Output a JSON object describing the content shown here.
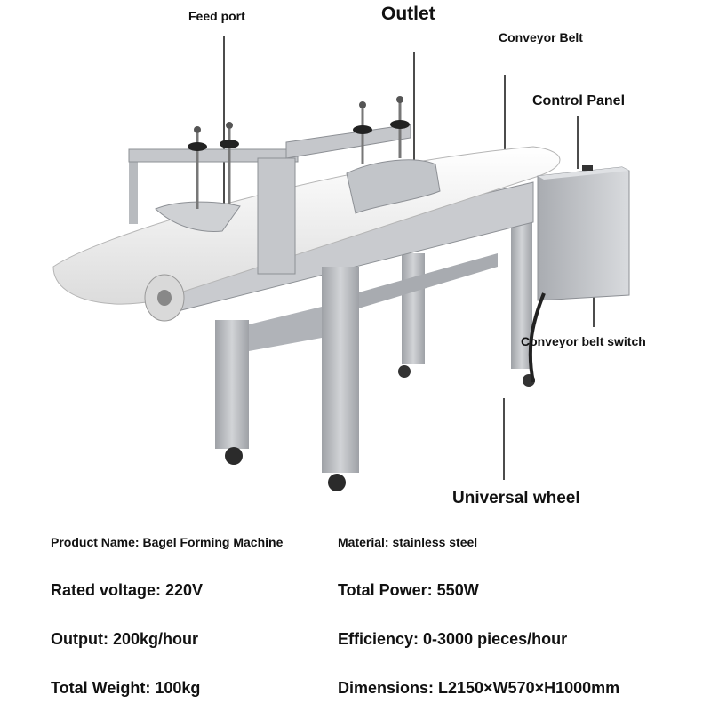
{
  "callouts": {
    "feed_port": "Feed port",
    "outlet": "Outlet",
    "conveyor_belt": "Conveyor Belt",
    "control_panel": "Control Panel",
    "belt_switch": "Conveyor belt switch",
    "universal_wheel": "Universal wheel"
  },
  "specs": {
    "product_name": "Product Name: Bagel Forming Machine",
    "material": "Material: stainless steel",
    "rated_voltage": "Rated voltage: 220V",
    "total_power": "Total Power: 550W",
    "output": "Output: 200kg/hour",
    "efficiency": "Efficiency: 0-3000 pieces/hour",
    "total_weight": "Total Weight: 100kg",
    "dimensions": "Dimensions: L2150×W570×H1000mm"
  },
  "colors": {
    "steel": "#bfc2c6",
    "steel_dark": "#8d9095",
    "belt": "#f1f1f1",
    "text": "#111111"
  }
}
